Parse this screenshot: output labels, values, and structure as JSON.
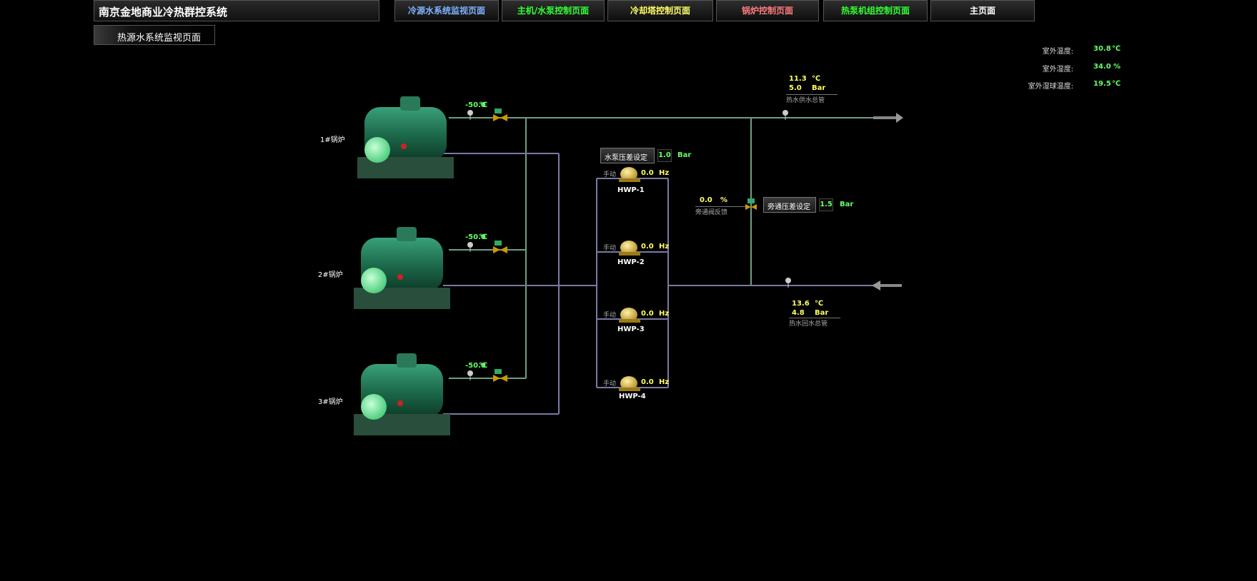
{
  "header": {
    "title": "南京金地商业冷热群控系统"
  },
  "nav": [
    {
      "label": "冷源水系统监视页面",
      "color": "#7fb2ff"
    },
    {
      "label": "主机/水泵控制页面",
      "color": "#33ff33"
    },
    {
      "label": "冷却塔控制页面",
      "color": "#ffff66"
    },
    {
      "label": "锅炉控制页面",
      "color": "#ff7b7b"
    },
    {
      "label": "热泵机组控制页面",
      "color": "#33ff33"
    },
    {
      "label": "主页面",
      "color": "#ffffff"
    }
  ],
  "page_label": "热源水系统监视页面",
  "outdoor": {
    "temp_label": "室外温度:",
    "temp_value": "30.8",
    "temp_unit": "℃",
    "hum_label": "室外湿度:",
    "hum_value": "34.0",
    "hum_unit": "%",
    "wet_label": "室外湿球温度:",
    "wet_value": "19.5",
    "wet_unit": "℃"
  },
  "boilers": [
    {
      "label": "1#锅炉",
      "temp": "-50.0",
      "unit": "℃"
    },
    {
      "label": "2#锅炉",
      "temp": "-50.0",
      "unit": "℃"
    },
    {
      "label": "3#锅炉",
      "temp": "-50.0",
      "unit": "℃"
    }
  ],
  "supply": {
    "temp": "11.3",
    "temp_unit": "℃",
    "pressure": "5.0",
    "pressure_unit": "Bar",
    "label": "热水供水总管"
  },
  "return": {
    "temp": "13.6",
    "temp_unit": "℃",
    "pressure": "4.8",
    "pressure_unit": "Bar",
    "label": "热水回水总管"
  },
  "pump_dp": {
    "label": "水泵压差设定",
    "value": "1.0",
    "unit": "Bar"
  },
  "bypass_dp": {
    "label": "旁通压差设定",
    "value": "1.5",
    "unit": "Bar"
  },
  "bypass_feedback": {
    "value": "0.0",
    "unit": "%",
    "label": "旁通阀反馈"
  },
  "pumps": [
    {
      "name": "HWP-1",
      "mode": "手动",
      "freq": "0.0",
      "unit": "Hz"
    },
    {
      "name": "HWP-2",
      "mode": "手动",
      "freq": "0.0",
      "unit": "Hz"
    },
    {
      "name": "HWP-3",
      "mode": "手动",
      "freq": "0.0",
      "unit": "Hz"
    },
    {
      "name": "HWP-4",
      "mode": "手动",
      "freq": "0.0",
      "unit": "Hz"
    }
  ]
}
